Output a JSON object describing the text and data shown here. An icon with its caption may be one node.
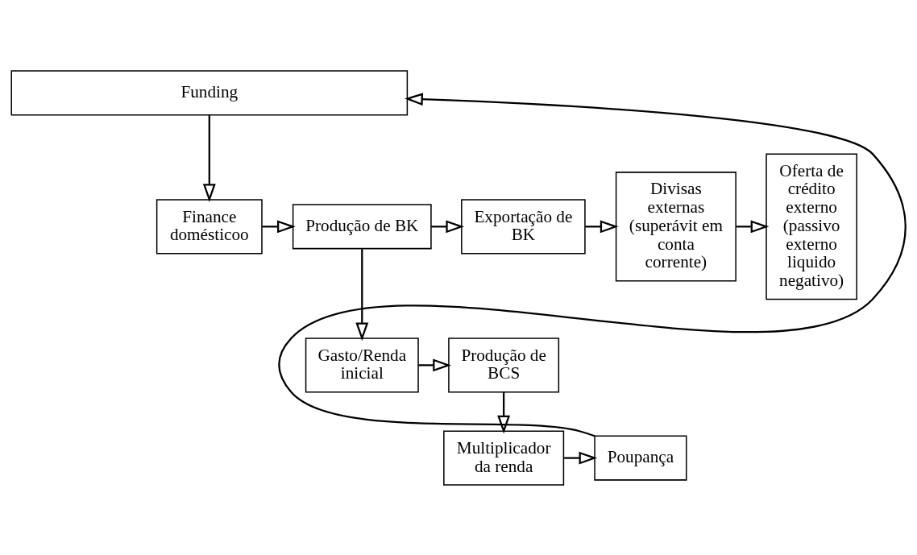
{
  "diagram": {
    "nodes": [
      {
        "text": [
          "Funding"
        ]
      },
      {
        "text": [
          "Finance domésticoo"
        ]
      },
      {
        "text": [
          "Produção de BK"
        ]
      },
      {
        "text": [
          "Exportação de BK"
        ]
      },
      {
        "text": [
          "Divisas externas (superávit em conta corrente)"
        ]
      },
      {
        "text": [
          "Oferta de crédito externo (passivo externo liquido negativo)"
        ]
      },
      {
        "text": [
          "Gasto/Renda inicial"
        ]
      },
      {
        "text": [
          "Produção de BCS"
        ]
      },
      {
        "text": [
          "Multiplicador da renda"
        ]
      },
      {
        "text": [
          "Poupança"
        ]
      }
    ],
    "edges": [
      {
        "from": 0,
        "to": 1,
        "arrow": "to"
      },
      {
        "from": 1,
        "to": 2,
        "arrow": "to"
      },
      {
        "from": 2,
        "to": 3,
        "arrow": "to"
      },
      {
        "from": 3,
        "to": 4,
        "arrow": "to"
      },
      {
        "from": 4,
        "to": 5,
        "arrow": "to"
      },
      {
        "from": 2,
        "to": 6,
        "arrow": "to"
      },
      {
        "from": 6,
        "to": 7,
        "arrow": "to"
      },
      {
        "from": 7,
        "to": 8,
        "arrow": "to"
      },
      {
        "from": 8,
        "to": 9,
        "arrow": "to"
      },
      {
        "from": 9,
        "to": 0,
        "arrow": "to"
      }
    ]
  }
}
